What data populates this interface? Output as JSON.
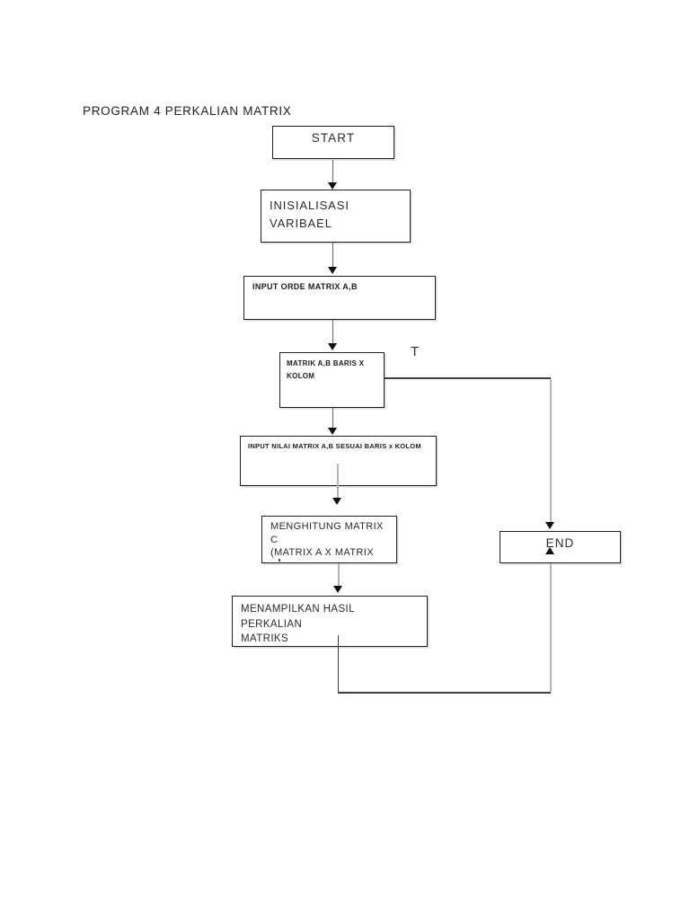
{
  "page": {
    "title": "PROGRAM 4 PERKALIAN MATRIX"
  },
  "flowchart": {
    "branch_label": "T",
    "nodes": {
      "start": {
        "label": "START"
      },
      "inisialisasi": {
        "line1": "INISIALISASI",
        "line2": "VARIBAEL"
      },
      "input_orde": {
        "label": "INPUT ORDE  MATRIX A,B"
      },
      "cek_ukuran": {
        "line1": "MATRIK A,B BARIS X",
        "line2": "KOLOM"
      },
      "input_nilai": {
        "label": "INPUT NILAI MATRIX A,B SESUAI BARIS x  KOLOM"
      },
      "menghitung": {
        "line1": "MENGHITUNG MATRIX",
        "line2": "C",
        "line3": "(MATRIX A X MATRIX"
      },
      "menampilkan": {
        "line1": "MENAMPILKAN HASIL PERKALIAN",
        "line2": "MATRIKS"
      },
      "end": {
        "label": "END"
      }
    },
    "colors": {
      "ink": "#1a1a1a",
      "line_dark": "#3d3d3d",
      "line_light": "#b5b5b5"
    }
  }
}
